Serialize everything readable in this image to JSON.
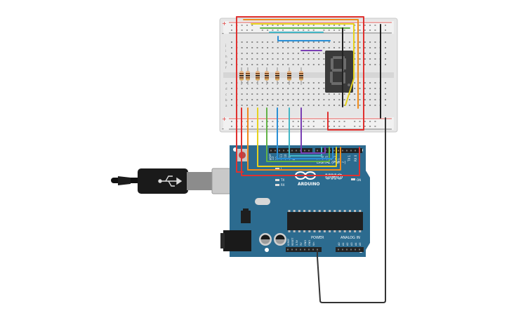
{
  "board": {
    "brand": "ARDUINO",
    "model": "UNO",
    "digital_label": "DIGITAL (PWM~)",
    "power_label": "POWER",
    "analog_label": "ANALOG IN",
    "tx_label": "TX",
    "rx_label": "RX",
    "l_label": "L",
    "on_label": "ON",
    "aref_label": "AREF",
    "gnd_label": "GND",
    "ioref_label": "IOREF",
    "reset_label": "RESET",
    "v33_label": "3.3V",
    "v5_label": "5V",
    "vin_label": "Vin",
    "digital_pins": [
      "13",
      "12",
      "~11",
      "~10",
      "~9",
      "8",
      "7",
      "~6",
      "~5",
      "4",
      "~3",
      "2",
      "TX 1",
      "RX 0"
    ],
    "analog_pins": [
      "A0",
      "A1",
      "A2",
      "A3",
      "A4",
      "A5"
    ]
  },
  "breadboard": {
    "row_letters_top": [
      "j",
      "i",
      "h",
      "g",
      "f"
    ],
    "row_letters_bottom": [
      "e",
      "d",
      "c",
      "b",
      "a"
    ],
    "rail_plus": "+",
    "rail_minus": "-"
  },
  "display": {
    "digit": "8"
  },
  "colors": {
    "board": "#2c6b8f",
    "breadboard": "#e4e4e4",
    "wire_red": "#e0312f",
    "wire_orange": "#f08c1c",
    "wire_yellow": "#e7d21c",
    "wire_green": "#62b346",
    "wire_blue": "#2a8fd6",
    "wire_cyan": "#42b7c6",
    "wire_purple": "#7a3fb4",
    "wire_black": "#222222"
  }
}
